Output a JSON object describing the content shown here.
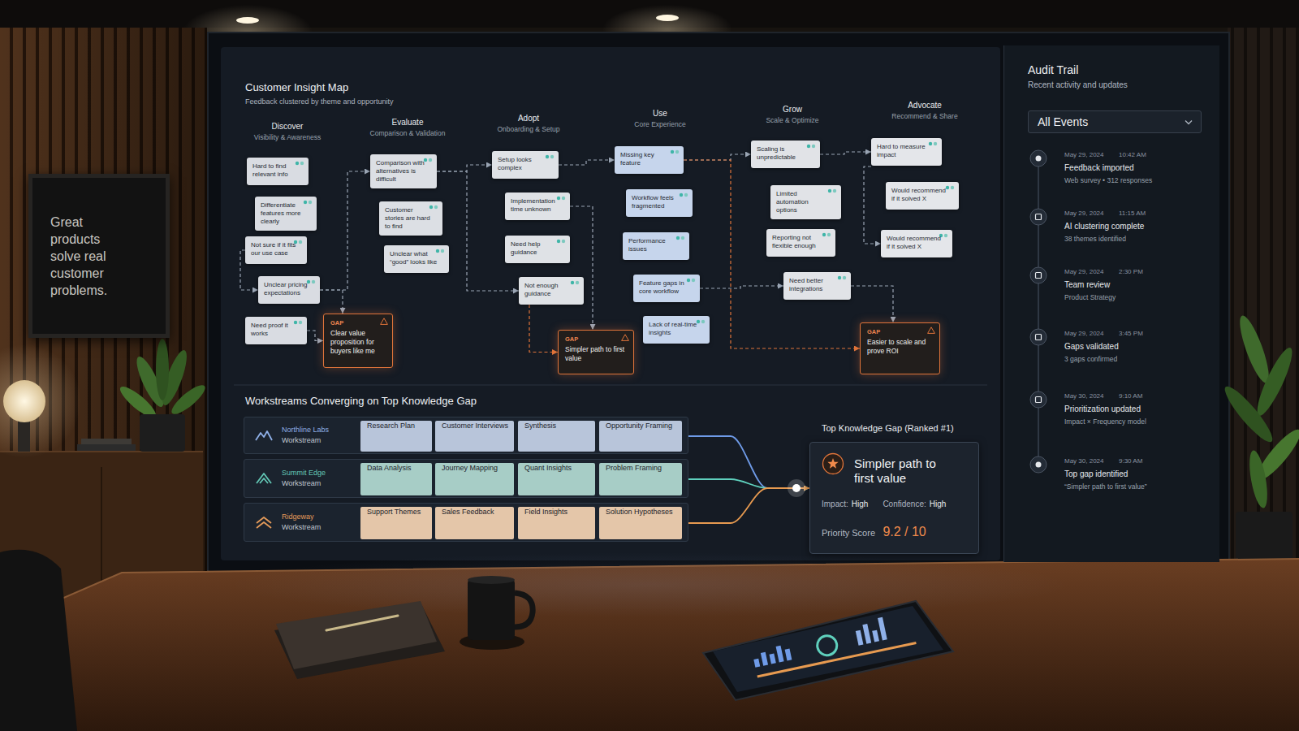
{
  "diagram": {
    "title": "Customer Insight Map",
    "nodes": [
      {
        "text": [
          "Great products solve real customer problems."
        ]
      },
      {
        "text": [
          "Hard to find relevant info"
        ]
      },
      {
        "text": [
          "Differentiate features more clearly"
        ]
      },
      {
        "text": [
          "Not sure if it fits our use case"
        ]
      },
      {
        "text": [
          "Unclear pricing expectations"
        ]
      },
      {
        "text": [
          "Need proof it works"
        ]
      },
      {
        "text": [
          "GAP",
          "Clear value proposition for buyers like me"
        ]
      },
      {
        "text": [
          "Comparison with alternatives is difficult"
        ]
      },
      {
        "text": [
          "Customer stories are hard to find"
        ]
      },
      {
        "text": [
          "Unclear what “good” looks like"
        ]
      },
      {
        "text": [
          "Setup looks complex"
        ]
      },
      {
        "text": [
          "Implementation time unknown"
        ]
      },
      {
        "text": [
          "Need help guidance"
        ]
      },
      {
        "text": [
          "Not enough guidance"
        ]
      },
      {
        "text": [
          "GAP",
          "Simpler path to first value"
        ]
      },
      {
        "text": [
          "Missing key feature"
        ]
      },
      {
        "text": [
          "Workflow feels fragmented"
        ]
      },
      {
        "text": [
          "Performance issues"
        ]
      },
      {
        "text": [
          "Feature gaps in core workflow"
        ]
      },
      {
        "text": [
          "Lack of real-time insights"
        ]
      },
      {
        "text": [
          "Scaling is unpredictable"
        ]
      },
      {
        "text": [
          "Limited automation options"
        ]
      },
      {
        "text": [
          "Reporting not flexible enough"
        ]
      },
      {
        "text": [
          "Need better integrations"
        ]
      },
      {
        "text": [
          "Hard to measure impact"
        ]
      },
      {
        "text": [
          "Would recommend if it solved X"
        ]
      },
      {
        "text": [
          "Would recommend if it solved X"
        ]
      },
      {
        "text": [
          "GAP",
          "Easier to scale and prove ROI"
        ]
      },
      {
        "text": [
          "Northline Labs",
          "Workstream"
        ]
      },
      {
        "text": [
          "Research Plan"
        ],
        "in": 28
      },
      {
        "text": [
          "Customer Interviews"
        ],
        "in": 28
      },
      {
        "text": [
          "Synthesis"
        ],
        "in": 28
      },
      {
        "text": [
          "Opportunity Framing"
        ],
        "in": 28
      },
      {
        "text": [
          "Summit Edge",
          "Workstream"
        ]
      },
      {
        "text": [
          "Data Analysis"
        ],
        "in": 33
      },
      {
        "text": [
          "Journey Mapping"
        ],
        "in": 33
      },
      {
        "text": [
          "Quant Insights"
        ],
        "in": 33
      },
      {
        "text": [
          "Problem Framing"
        ],
        "in": 33
      },
      {
        "text": [
          "Ridgeway",
          "Workstream"
        ]
      },
      {
        "text": [
          "Support Themes"
        ],
        "in": 38
      },
      {
        "text": [
          "Sales Feedback"
        ],
        "in": 38
      },
      {
        "text": [
          "Field Insights"
        ],
        "in": 38
      },
      {
        "text": [
          "Solution Hypotheses"
        ],
        "in": 38
      },
      {
        "text": [
          "Top Knowledge Gap (Ranked #1)",
          "Simpler path to first value",
          "Impact:",
          "High",
          "Confidence:",
          "High",
          "Priority Score",
          "9.2 / 10"
        ]
      },
      {
        "text": [
          "Audit Trail",
          "Recent activity and updates"
        ]
      },
      {
        "text": [
          "All Events"
        ],
        "in": 44
      }
    ],
    "edges": [
      {
        "from": 3,
        "to": 4,
        "arrow": "to"
      },
      {
        "from": 4,
        "to": 6,
        "arrow": "to"
      },
      {
        "from": 5,
        "to": 6,
        "arrow": "to"
      },
      {
        "from": 4,
        "to": 7,
        "arrow": "to"
      },
      {
        "from": 7,
        "to": 10,
        "arrow": "to"
      },
      {
        "from": 7,
        "to": 13,
        "arrow": "to"
      },
      {
        "from": 13,
        "to": 14,
        "arrow": "to"
      },
      {
        "from": 11,
        "to": 14,
        "arrow": "to"
      },
      {
        "from": 10,
        "to": 15,
        "arrow": "to"
      },
      {
        "from": 15,
        "to": 20,
        "arrow": "to"
      },
      {
        "from": 15,
        "to": 27,
        "arrow": "to"
      },
      {
        "from": 18,
        "to": 23,
        "arrow": "to"
      },
      {
        "from": 20,
        "to": 24,
        "arrow": "to"
      },
      {
        "from": 23,
        "to": 27,
        "arrow": "to"
      },
      {
        "from": 24,
        "to": 26,
        "arrow": "to"
      },
      {
        "from": 32,
        "to": 43,
        "arrow": "to"
      },
      {
        "from": 37,
        "to": 43,
        "arrow": "to"
      },
      {
        "from": 42,
        "to": 43,
        "arrow": "to"
      }
    ],
    "labels": [
      "Feedback clustered by theme and opportunity",
      "Discover",
      "Visibility & Awareness",
      "Evaluate",
      "Comparison & Validation",
      "Adopt",
      "Onboarding & Setup",
      "Use",
      "Core Experience",
      "Grow",
      "Scale & Optimize",
      "Advocate",
      "Recommend & Share",
      "Workstreams Converging on Top Knowledge Gap",
      "May 29, 2024",
      "10:42 AM",
      "Feedback imported",
      "Web survey • 312 responses",
      "May 29, 2024",
      "11:15 AM",
      "AI clustering complete",
      "38 themes identified",
      "May 29, 2024",
      "2:30 PM",
      "Team review",
      "Product Strategy",
      "May 29, 2024",
      "3:45 PM",
      "Gaps validated",
      "3 gaps confirmed",
      "May 30, 2024",
      "9:10 AM",
      "Prioritization updated",
      "Impact × Frequency model",
      "May 30, 2024",
      "9:30 AM",
      "Top gap identified",
      "“Simpler path to first value”"
    ]
  }
}
